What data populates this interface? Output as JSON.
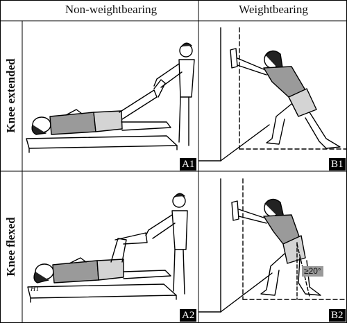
{
  "headers": {
    "col1": "Non-weightbearing",
    "col2": "Weightbearing"
  },
  "rows": {
    "row1": "Knee extended",
    "row2": "Knee flexed"
  },
  "panels": {
    "a1": "A1",
    "b1": "B1",
    "a2": "A2",
    "b2": "B2"
  },
  "annotation": {
    "angle": "≥20°",
    "initials": "HT"
  }
}
